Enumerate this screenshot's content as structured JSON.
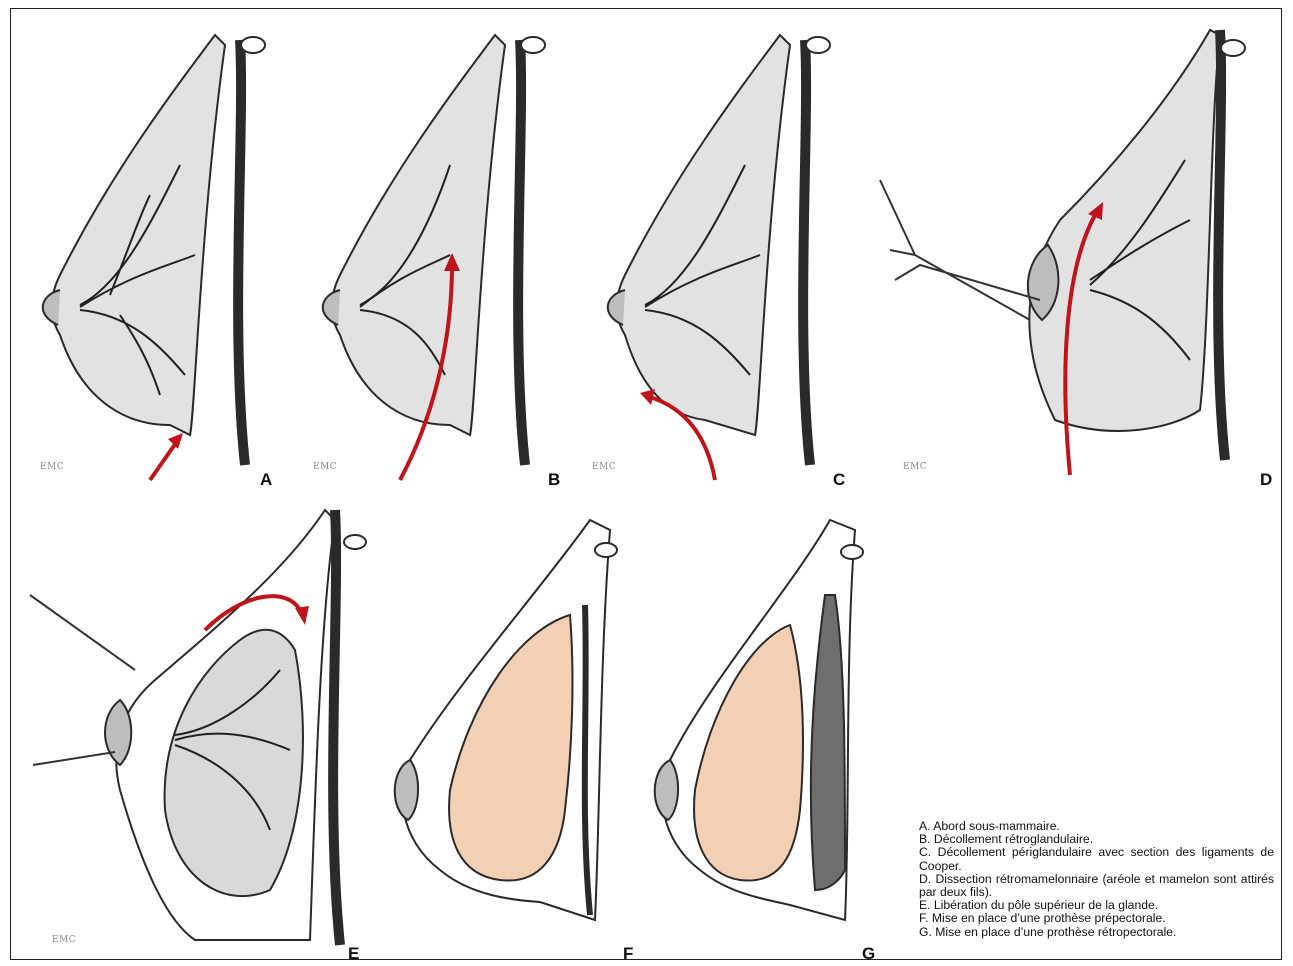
{
  "panels": [
    {
      "letter": "A",
      "credit": "EMC"
    },
    {
      "letter": "B",
      "credit": "EMC"
    },
    {
      "letter": "C",
      "credit": "EMC"
    },
    {
      "letter": "D",
      "credit": "EMC"
    },
    {
      "letter": "E",
      "credit": "EMC"
    },
    {
      "letter": "F"
    },
    {
      "letter": "G"
    }
  ],
  "legend": [
    "A. Abord sous-mammaire.",
    "B. Décollement rétroglandulaire.",
    "C. Décollement périglandulaire avec section des ligaments de Cooper.",
    "D. Dissection rétromamelonnaire (aréole et mamelon sont attirés par deux fils).",
    "E. Libération du pôle supérieur de la glande.",
    "F. Mise en place d’une prothèse prépectorale.",
    "G. Mise en place d’une prothèse rétropectorale."
  ],
  "colors": {
    "arrow": "#c0141c",
    "implant": "#f3cfb4",
    "line": "#2a2a2a",
    "gland": "#d9d9d9"
  }
}
